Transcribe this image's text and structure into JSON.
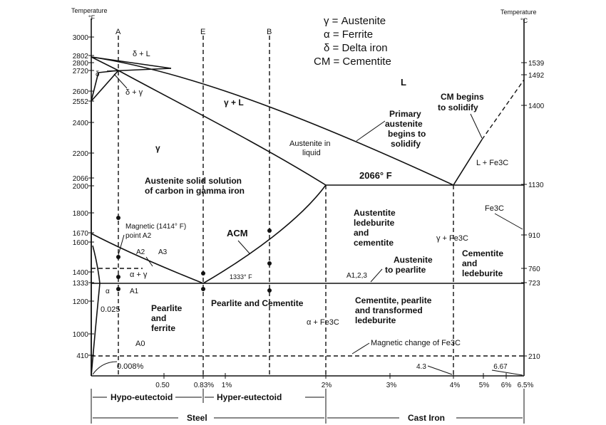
{
  "axes": {
    "left_title_1": "Temperature",
    "left_title_2": "°F",
    "right_title_1": "Temperature",
    "right_title_2": "°C",
    "left_ticks": [
      "3000",
      "2802",
      "2800",
      "2720",
      "2600",
      "2552",
      "2400",
      "2200",
      "2066",
      "2000",
      "1800",
      "1670",
      "1600",
      "1400",
      "1333",
      "1200",
      "1000",
      "410"
    ],
    "right_ticks": [
      "1539",
      "1492",
      "1400",
      "1130",
      "910",
      "760",
      "723",
      "210"
    ],
    "bottom_ticks": [
      "0.50",
      "0.83%",
      "1%",
      "2%",
      "3%",
      "4%",
      "5%",
      "6%",
      "6.67",
      "6.5%"
    ],
    "origin_label": "0.008%",
    "mark_43": "4.3"
  },
  "legend": {
    "gamma": "γ = Austenite",
    "alpha": "α = Ferrite",
    "delta": "δ = Delta  iron",
    "cm": "CM = Cementite"
  },
  "verticals": {
    "a": "A",
    "e": "E",
    "b": "B"
  },
  "regions": {
    "delta_l": "δ + L",
    "delta": "δ",
    "delta_gamma": "δ + γ",
    "l": "L",
    "gamma_l": "γ + L",
    "gamma": "γ",
    "austenite_in_liquid_1": "Austenite in",
    "austenite_in_liquid_2": "liquid",
    "primary_1": "Primary",
    "primary_2": "austenite",
    "primary_3": "begins to",
    "primary_4": "solidify",
    "cm_begins_1": "CM begins",
    "cm_begins_2": "to solidify",
    "l_fe3c": "L + Fe3C",
    "eutectic_temp": "2066° F",
    "austenite_ss_1": "Austenite solid solution",
    "austenite_ss_2": "of carbon in gamma iron",
    "fe3c": "Fe3C",
    "magnetic_1": "Magnetic (1414° F)",
    "magnetic_2": "point A2",
    "acm": "ACM",
    "aust_led_1": "Austentite",
    "aust_led_2": "ledeburite",
    "aust_led_3": "and",
    "aust_led_4": "cementite",
    "gamma_fe3c": "γ + Fe3C",
    "a2": "A2",
    "a3": "A3",
    "alpha_gamma": "α + γ",
    "temp_1333": "1333° F",
    "aust_pearl_1": "Austenite",
    "aust_pearl_2": "to pearlite",
    "a123": "A1,2,3",
    "cem_led_1": "Cementite",
    "cem_led_2": "and",
    "cem_led_3": "ledeburite",
    "a1": "A1",
    "alpha": "α",
    "c0025": "0.025",
    "pearl_ferr_1": "Pearlite",
    "pearl_ferr_2": "and",
    "pearl_ferr_3": "ferrite",
    "pearl_cem": "Pearlite and Cementite",
    "cem_pearl_1": "Cementite, pearlite",
    "cem_pearl_2": "and transformed",
    "cem_pearl_3": "ledeburite",
    "alpha_fe3c": "α + Fe3C",
    "a0": "A0",
    "mag_change": "Magnetic change of Fe3C"
  },
  "bottom": {
    "hypo": "Hypo-eutectoid",
    "hyper": "Hyper-eutectoid",
    "steel": "Steel",
    "cast_iron": "Cast Iron"
  }
}
